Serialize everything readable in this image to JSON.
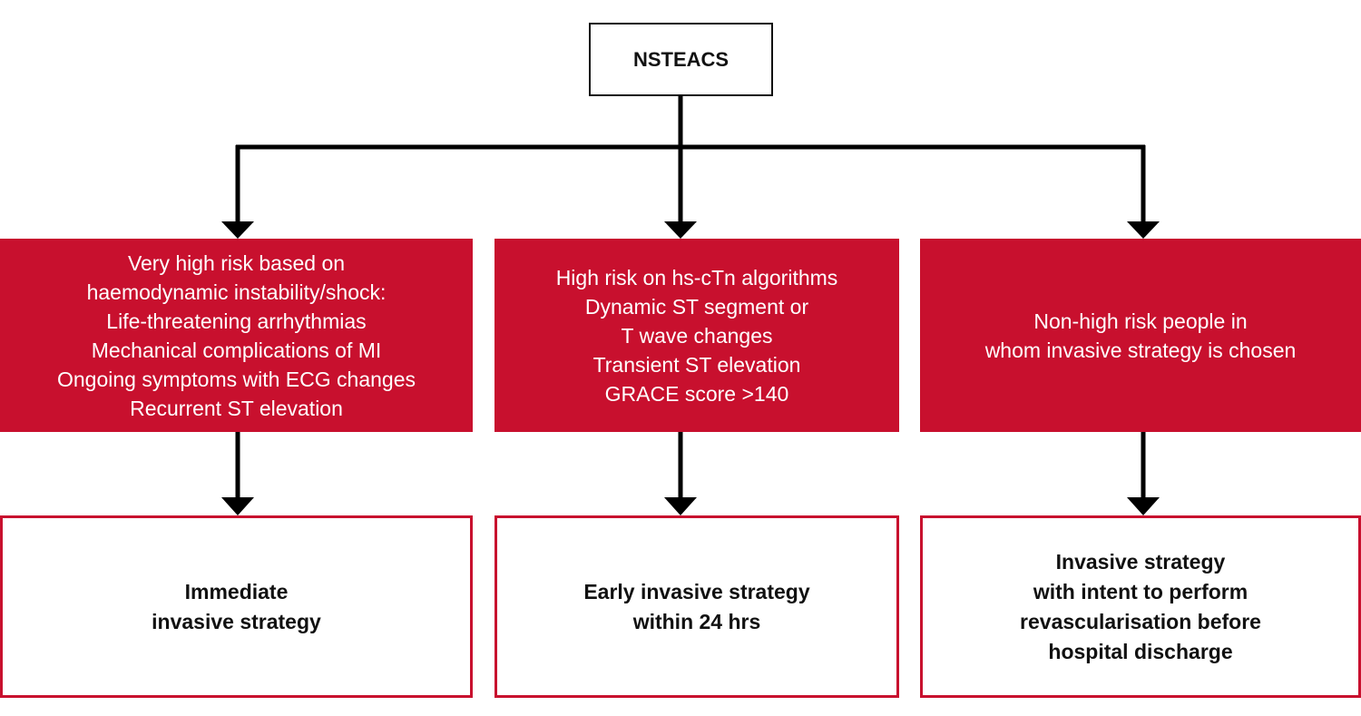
{
  "root": {
    "label": "NSTEACS"
  },
  "risk_boxes": [
    {
      "lines": [
        "Very high risk based on",
        "haemodynamic instability/shock:",
        "Life-threatening arrhythmias",
        "Mechanical complications of MI",
        "Ongoing symptoms with ECG changes",
        "Recurrent ST elevation"
      ]
    },
    {
      "lines": [
        "High risk on hs-cTn algorithms",
        "Dynamic ST segment or",
        "T wave changes",
        "Transient ST elevation",
        "GRACE score >140"
      ]
    },
    {
      "lines": [
        "Non-high risk people in",
        "whom invasive strategy is chosen"
      ]
    }
  ],
  "outcome_boxes": [
    {
      "lines": [
        "Immediate",
        "invasive strategy"
      ]
    },
    {
      "lines": [
        "Early invasive strategy",
        "within 24 hrs"
      ]
    },
    {
      "lines": [
        "Invasive strategy",
        "with intent to perform",
        "revascularisation before",
        "hospital discharge"
      ]
    }
  ],
  "colors": {
    "risk_fill": "#c8102e",
    "outcome_border": "#c8102e",
    "connector": "#000000"
  }
}
